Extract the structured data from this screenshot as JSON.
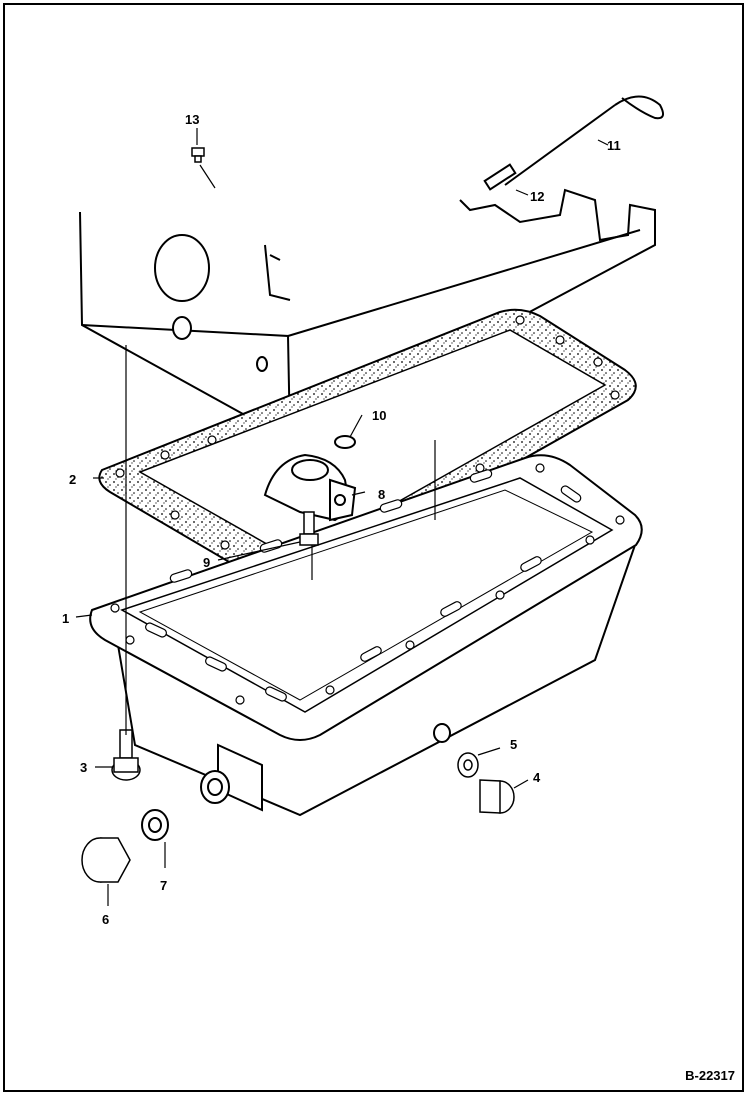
{
  "figure": {
    "reference": "B-22317",
    "callouts": [
      "1",
      "2",
      "3",
      "4",
      "5",
      "6",
      "7",
      "8",
      "9",
      "10",
      "11",
      "12",
      "13"
    ]
  }
}
